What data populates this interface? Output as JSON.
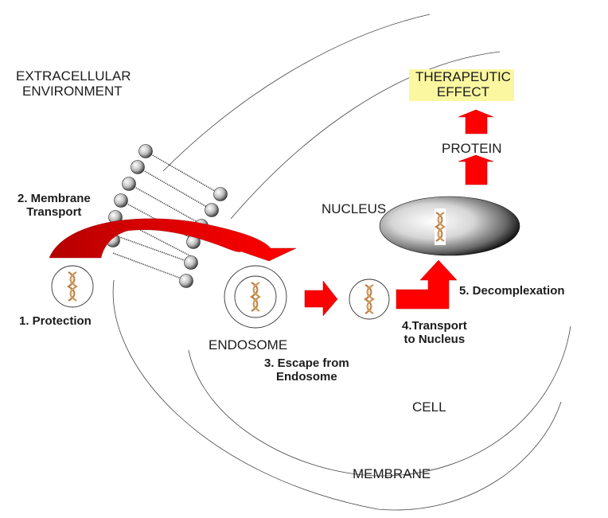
{
  "diagram": {
    "title": "Non-viral gene delivery: intracellular barriers",
    "regions": {
      "extracellular": [
        "EXTRACELLULAR",
        "ENVIRONMENT"
      ],
      "cell": "CELL",
      "membrane": "MEMBRANE",
      "endosome": "ENDOSOME",
      "nucleus": "NUCLEUS",
      "protein": "PROTEIN",
      "therapeutic_effect": [
        "THERAPEUTIC",
        "EFFECT"
      ]
    },
    "steps": [
      {
        "id": 1,
        "lines": [
          "1. Protection"
        ]
      },
      {
        "id": 2,
        "lines": [
          "2. Membrane",
          "Transport"
        ]
      },
      {
        "id": 3,
        "lines": [
          "3. Escape from",
          "Endosome"
        ]
      },
      {
        "id": 4,
        "lines": [
          "4.Transport",
          "to Nucleus"
        ]
      },
      {
        "id": 5,
        "lines": [
          "5. Decomplexation"
        ]
      }
    ],
    "colors": {
      "arrow": "#ff0000",
      "arrow_dark": "#c00000",
      "highlight": "#fbf7a0",
      "dna": "#b87a3a",
      "line": "#333333"
    }
  }
}
